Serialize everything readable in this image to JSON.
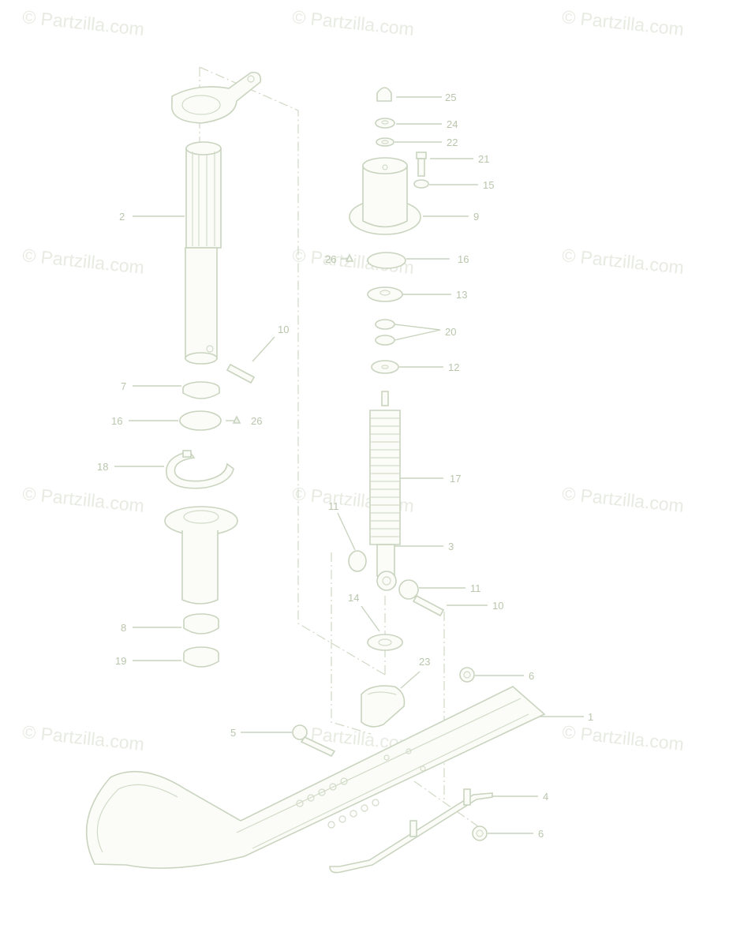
{
  "watermark": "© Partzilla.com",
  "callouts": {
    "c1": "1",
    "c2": "2",
    "c3": "3",
    "c4": "4",
    "c5": "5",
    "c6a": "6",
    "c6b": "6",
    "c7": "7",
    "c8": "8",
    "c9": "9",
    "c10a": "10",
    "c10b": "10",
    "c11a": "11",
    "c11b": "11",
    "c12": "12",
    "c13": "13",
    "c14": "14",
    "c15": "15",
    "c16a": "16",
    "c16b": "16",
    "c17": "17",
    "c18": "18",
    "c19": "19",
    "c20": "20",
    "c21": "21",
    "c22": "22",
    "c23": "23",
    "c24": "24",
    "c25": "25",
    "c26a": "26",
    "c26b": "26"
  }
}
